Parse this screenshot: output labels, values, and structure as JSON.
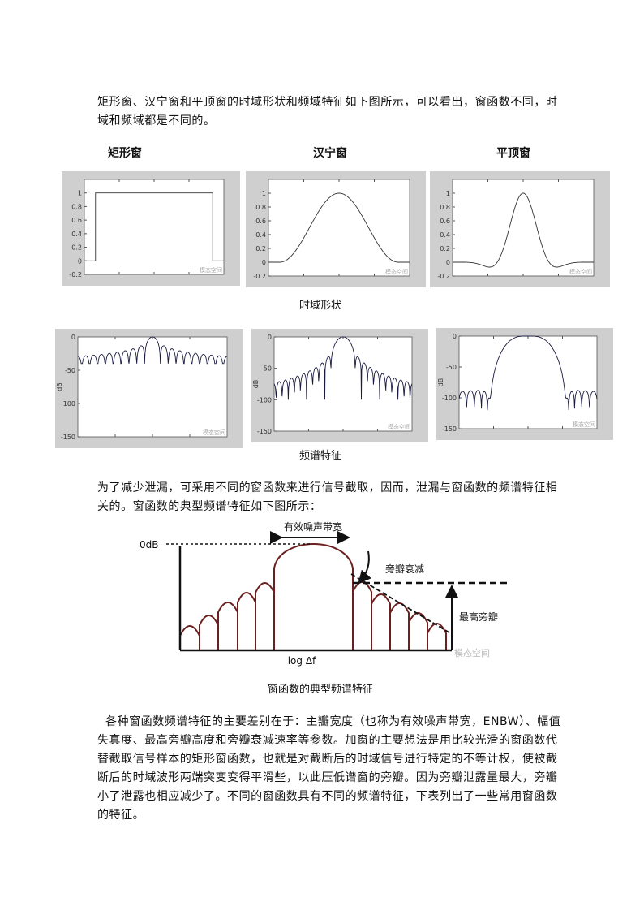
{
  "paragraph1": [
    "矩形窗、汉宁窗和平顶窗的时域形状和频域特征如下图所示，可以看出，窗函数不同，时",
    "域和频域都是不同的。"
  ],
  "window_titles": [
    "矩形窗",
    "汉宁窗",
    "平顶窗"
  ],
  "caption_time": "时域形状",
  "caption_freq": "频谱特征",
  "watermark": "模态空间",
  "paragraph2": [
    "为了减少泄漏，可采用不同的窗函数来进行信号截取，因而，泄漏与窗函数的频谱特征相",
    "关的。窗函数的典型频谱特征如下图所示："
  ],
  "diagram": {
    "enbw_label": "有效噪声带宽",
    "zero_db_label": "0dB",
    "sidelobe_rolloff_label": "旁瓣衰减",
    "highest_sidelobe_label": "最高旁瓣",
    "x_label": "log Δf",
    "caption": "窗函数的典型频谱特征",
    "lobe_color": "#6b1f1f"
  },
  "paragraph3": [
    "  各种窗函数频谱特征的主要差别在于：主瓣宽度（也称为有效噪声带宽，ENBW）、幅值",
    "失真度、最高旁瓣高度和旁瓣衰减速率等参数。加窗的主要想法是用比较光滑的窗函数代",
    "替截取信号样本的矩形窗函数，也就是对截断后的时域信号进行特定的不等计权，使被截",
    "断后的时域波形两端突变变得平滑些，以此压低谱窗的旁瓣。因为旁瓣泄露量最大，旁瓣",
    "小了泄露也相应减少了。不同的窗函数具有不同的频谱特征，下表列出了一些常用窗函数",
    "的特征。"
  ],
  "chart_data": [
    {
      "type": "line",
      "name": "rectangular-time",
      "window": "rectangular",
      "domain": "time",
      "ylim": [
        -0.2,
        1.2
      ],
      "yticks": [
        "1",
        "0.8",
        "0.6",
        "0.4",
        "0.2",
        "0",
        "-0.2"
      ],
      "ytick_values": [
        1,
        0.8,
        0.6,
        0.4,
        0.2,
        0,
        -0.2
      ],
      "ylabel": ""
    },
    {
      "type": "line",
      "name": "hanning-time",
      "window": "hanning",
      "domain": "time",
      "ylim": [
        -0.2,
        1.2
      ],
      "yticks": [
        "1",
        "0.8",
        "0.6",
        "0.4",
        "0.2",
        "0",
        "-0.2"
      ],
      "ytick_values": [
        1,
        0.8,
        0.6,
        0.4,
        0.2,
        0,
        -0.2
      ],
      "ylabel": ""
    },
    {
      "type": "line",
      "name": "flattop-time",
      "window": "flattop",
      "domain": "time",
      "ylim": [
        -0.2,
        1.2
      ],
      "yticks": [
        "1",
        "0.8",
        "0.6",
        "0.4",
        "0.2",
        "0",
        "-0.2"
      ],
      "ytick_values": [
        1,
        0.8,
        0.6,
        0.4,
        0.2,
        0,
        -0.2
      ],
      "ylabel": ""
    },
    {
      "type": "line",
      "name": "rectangular-spectrum",
      "window": "rectangular",
      "domain": "frequency",
      "ylim": [
        -150,
        0
      ],
      "yticks": [
        "0",
        "-50",
        "-100",
        "-150"
      ],
      "ytick_values": [
        0,
        -50,
        -100,
        -150
      ],
      "ylabel": "dB",
      "floor": -40
    },
    {
      "type": "line",
      "name": "hanning-spectrum",
      "window": "hanning",
      "domain": "frequency",
      "ylim": [
        -150,
        0
      ],
      "yticks": [
        "0",
        "-50",
        "-100",
        "-150"
      ],
      "ytick_values": [
        0,
        -50,
        -100,
        -150
      ],
      "ylabel": "dB",
      "floor": -100
    },
    {
      "type": "line",
      "name": "flattop-spectrum",
      "window": "flattop",
      "domain": "frequency",
      "ylim": [
        -150,
        0
      ],
      "yticks": [
        "0",
        "-50",
        "-100",
        "-150"
      ],
      "ytick_values": [
        0,
        -50,
        -100,
        -150
      ],
      "ylabel": "dB",
      "floor": -120
    }
  ]
}
